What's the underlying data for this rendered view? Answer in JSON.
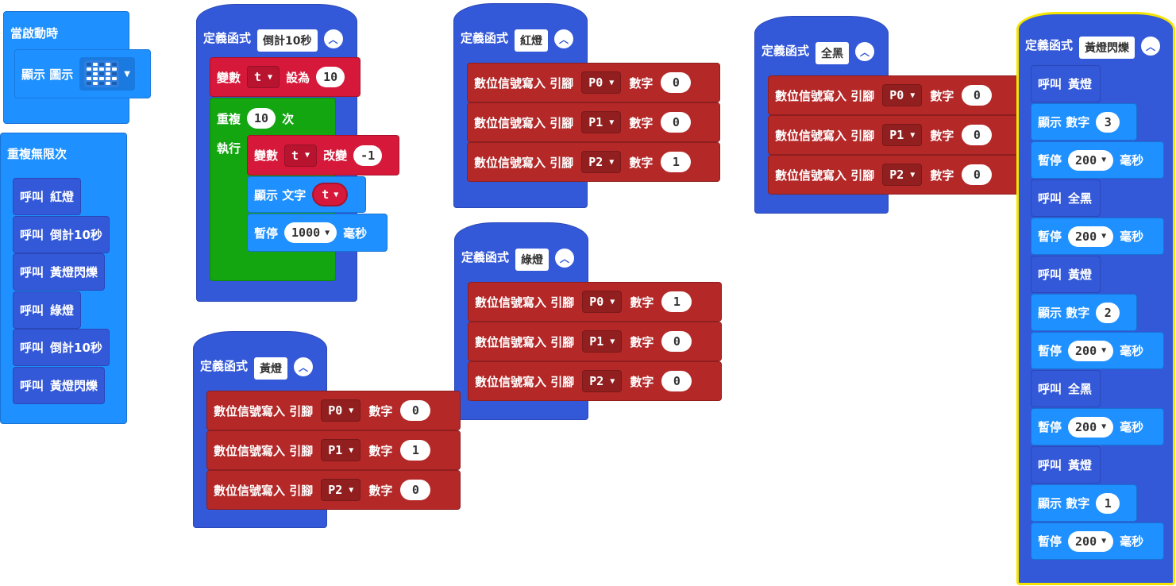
{
  "on_start": {
    "label": "當啟動時",
    "show_icon_label": "顯示 圖示",
    "led_pattern": [
      0,
      1,
      0,
      1,
      0,
      1,
      1,
      1,
      1,
      1,
      0,
      1,
      0,
      1,
      0,
      1,
      1,
      1,
      1,
      1,
      0,
      1,
      0,
      1,
      0
    ]
  },
  "forever": {
    "label": "重複無限次",
    "items": [
      {
        "call": "呼叫",
        "name": "紅燈"
      },
      {
        "call": "呼叫",
        "name": "倒計10秒"
      },
      {
        "call": "呼叫",
        "name": "黃燈閃爍"
      },
      {
        "call": "呼叫",
        "name": "綠燈"
      },
      {
        "call": "呼叫",
        "name": "倒計10秒"
      },
      {
        "call": "呼叫",
        "name": "黃燈閃爍"
      }
    ]
  },
  "common": {
    "define": "定義函式",
    "digital_write": "數位信號寫入 引腳",
    "number": "數字",
    "dropdown_arrow": "▼",
    "collapse_icon": "chevron-up-icon"
  },
  "countdown": {
    "name": "倒計10秒",
    "var_label": "變數",
    "var_name": "t",
    "set_to": "設為",
    "init_value": "10",
    "repeat": "重複",
    "repeat_times": "10",
    "times": "次",
    "do": "執行",
    "change_label": "變數",
    "change_word": "改變",
    "change_value": "-1",
    "show_text": "顯示 文字",
    "pause": "暫停",
    "pause_value": "1000",
    "ms": "毫秒"
  },
  "red_light": {
    "name": "紅燈",
    "rows": [
      {
        "pin": "P0",
        "val": "0"
      },
      {
        "pin": "P1",
        "val": "0"
      },
      {
        "pin": "P2",
        "val": "1"
      }
    ]
  },
  "green_light": {
    "name": "綠燈",
    "rows": [
      {
        "pin": "P0",
        "val": "1"
      },
      {
        "pin": "P1",
        "val": "0"
      },
      {
        "pin": "P2",
        "val": "0"
      }
    ]
  },
  "yellow_light": {
    "name": "黃燈",
    "rows": [
      {
        "pin": "P0",
        "val": "0"
      },
      {
        "pin": "P1",
        "val": "1"
      },
      {
        "pin": "P2",
        "val": "0"
      }
    ]
  },
  "all_black": {
    "name": "全黑",
    "rows": [
      {
        "pin": "P0",
        "val": "0"
      },
      {
        "pin": "P1",
        "val": "0"
      },
      {
        "pin": "P2",
        "val": "0"
      }
    ]
  },
  "yellow_blink": {
    "name": "黃燈閃爍",
    "call": "呼叫",
    "show_number": "顯示 數字",
    "pause": "暫停",
    "ms": "毫秒",
    "steps": [
      {
        "kind": "call",
        "target": "黃燈"
      },
      {
        "kind": "show",
        "value": "3"
      },
      {
        "kind": "pause",
        "value": "200"
      },
      {
        "kind": "call",
        "target": "全黑"
      },
      {
        "kind": "pause",
        "value": "200"
      },
      {
        "kind": "call",
        "target": "黃燈"
      },
      {
        "kind": "show",
        "value": "2"
      },
      {
        "kind": "pause",
        "value": "200"
      },
      {
        "kind": "call",
        "target": "全黑"
      },
      {
        "kind": "pause",
        "value": "200"
      },
      {
        "kind": "call",
        "target": "黃燈"
      },
      {
        "kind": "show",
        "value": "1"
      },
      {
        "kind": "pause",
        "value": "200"
      }
    ]
  },
  "colors": {
    "event_blue": "#1e90ff",
    "function_blue": "#3358d8",
    "pin_red": "#b42828",
    "var_rose": "#d6193a",
    "loop_green": "#13a611",
    "selected_yellow": "#f5e400"
  }
}
